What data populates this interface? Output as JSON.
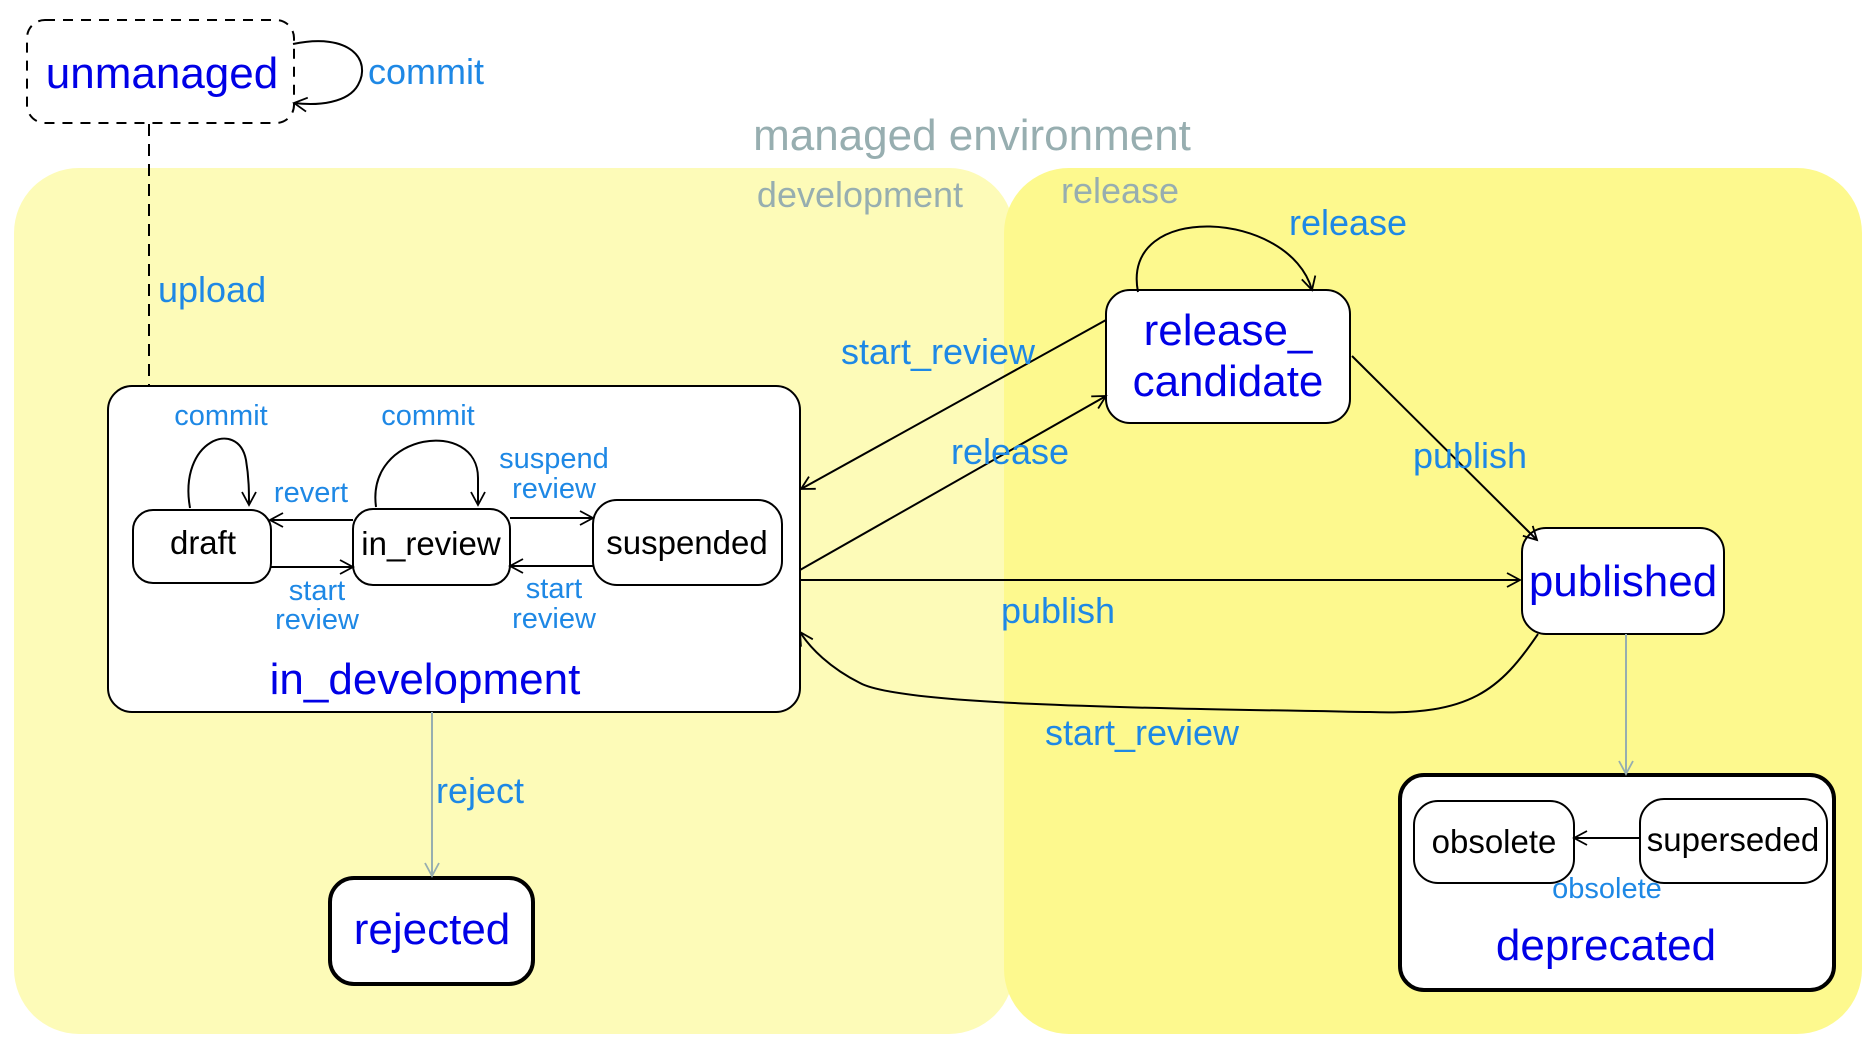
{
  "environment": {
    "label": "managed environment"
  },
  "regions": {
    "development": "development",
    "release": "release"
  },
  "states": {
    "unmanaged": "unmanaged",
    "in_development": "in_development",
    "release_candidate_line1": "release_",
    "release_candidate_line2": "candidate",
    "published": "published",
    "rejected": "rejected",
    "deprecated": "deprecated"
  },
  "substates": {
    "draft": "draft",
    "in_review": "in_review",
    "suspended": "suspended",
    "obsolete": "obsolete",
    "superseded": "superseded"
  },
  "transitions": {
    "unmanaged_commit": "commit",
    "upload": "upload",
    "draft_commit": "commit",
    "in_review_commit": "commit",
    "revert": "revert",
    "suspend_review_line1": "suspend",
    "suspend_review_line2": "review",
    "draft_start_review_line1": "start",
    "draft_start_review_line2": "review",
    "suspended_start_review_line1": "start",
    "suspended_start_review_line2": "review",
    "rc_start_review": "start_review",
    "dev_release": "release",
    "rc_release_loop": "release",
    "rc_publish": "publish",
    "dev_publish": "publish",
    "published_start_review": "start_review",
    "reject": "reject",
    "superseded_obsolete": "obsolete"
  },
  "colors": {
    "region_development": "#fdfbb8",
    "region_release": "#fdf98e",
    "state_label": "#0000e6",
    "transition_label": "#1e88e5",
    "region_label": "#97aeb0",
    "grey_arrow": "#97aeb0"
  }
}
